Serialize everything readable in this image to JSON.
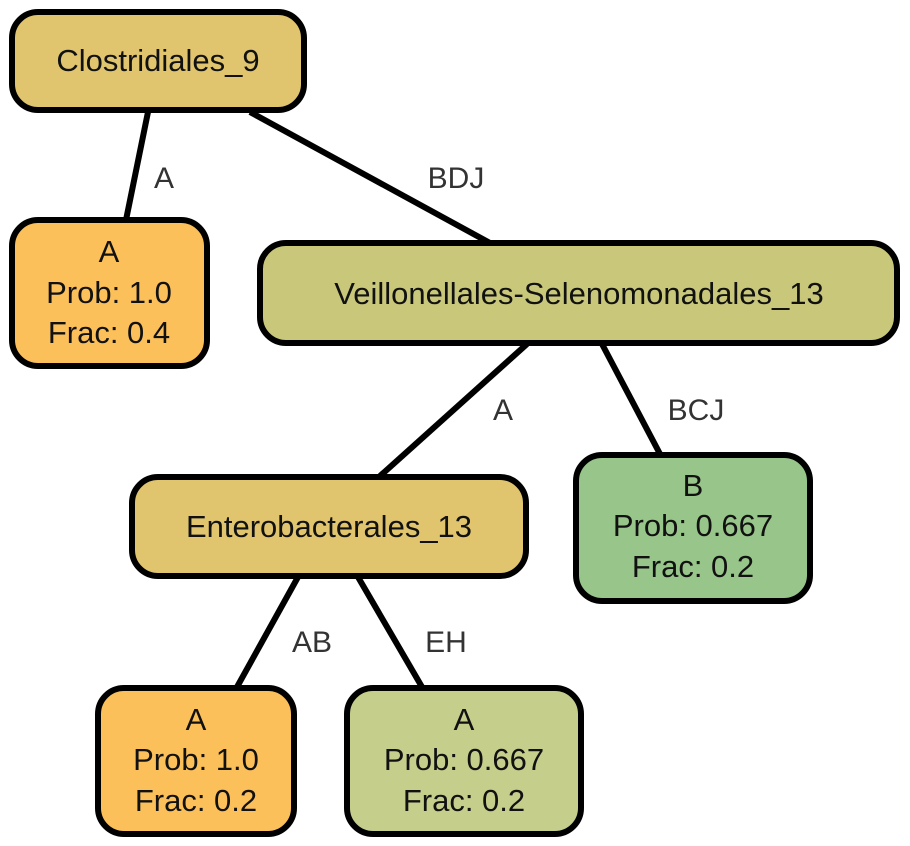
{
  "colors": {
    "internal_gold": "#e0c56e",
    "internal_olive": "#c9c87a",
    "leaf_orange": "#fcc05a",
    "leaf_olive": "#c6ce8c",
    "leaf_green": "#98c58a"
  },
  "nodes": {
    "root": {
      "label": "Clostridiales_9"
    },
    "leaf1": {
      "class_label": "A",
      "prob": "Prob: 1.0",
      "frac": "Frac: 0.4"
    },
    "mid": {
      "label": "Veillonellales-Selenomonadales_13"
    },
    "entero": {
      "label": "Enterobacterales_13"
    },
    "leaf2": {
      "class_label": "B",
      "prob": "Prob: 0.667",
      "frac": "Frac: 0.2"
    },
    "leaf3": {
      "class_label": "A",
      "prob": "Prob: 1.0",
      "frac": "Frac: 0.2"
    },
    "leaf4": {
      "class_label": "A",
      "prob": "Prob: 0.667",
      "frac": "Frac: 0.2"
    }
  },
  "edges": {
    "root_leaf1": "A",
    "root_mid": "BDJ",
    "mid_entero": "A",
    "mid_leaf2": "BCJ",
    "entero_leaf3": "AB",
    "entero_leaf4": "EH"
  }
}
